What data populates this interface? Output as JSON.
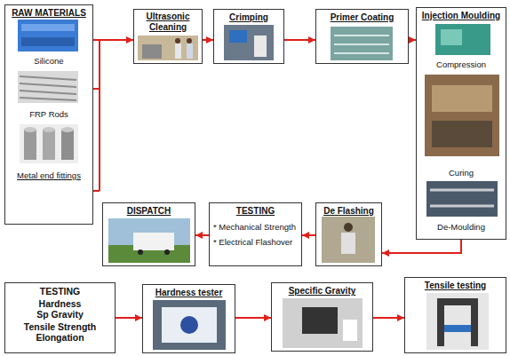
{
  "diagram": {
    "nodes": [
      {
        "text": [
          "RAW MATERIALS",
          "Silicone",
          "FRP Rods",
          "Metal end fittings"
        ]
      },
      {
        "text": [
          "Ultrasonic Cleaning"
        ]
      },
      {
        "text": [
          "Crimping"
        ]
      },
      {
        "text": [
          "Primer Coating"
        ]
      },
      {
        "text": [
          "Injection Moulding",
          "Compression",
          "Curing",
          "De-Moulding"
        ]
      },
      {
        "text": [
          "De Flashing"
        ]
      },
      {
        "text": [
          "TESTING",
          "* Mechanical Strength",
          "* Electrical Flashover"
        ]
      },
      {
        "text": [
          "DISPATCH"
        ]
      },
      {
        "text": [
          "TESTING",
          "Hardness",
          "Sp Gravity",
          "Tensile Strength",
          "Elongation"
        ]
      },
      {
        "text": [
          "Hardness tester"
        ]
      },
      {
        "text": [
          "Specific Gravity"
        ]
      },
      {
        "text": [
          "Tensile testing"
        ]
      }
    ],
    "edges": [
      {
        "from": 0,
        "to": 1,
        "arrow": "to"
      },
      {
        "from": 1,
        "to": 2,
        "arrow": "to"
      },
      {
        "from": 2,
        "to": 3,
        "arrow": "to"
      },
      {
        "from": 3,
        "to": 4,
        "arrow": "to"
      },
      {
        "from": 4,
        "to": 5,
        "arrow": "to"
      },
      {
        "from": 5,
        "to": 6,
        "arrow": "to"
      },
      {
        "from": 6,
        "to": 7,
        "arrow": "to"
      },
      {
        "from": 8,
        "to": 9,
        "arrow": "to"
      },
      {
        "from": 9,
        "to": 10,
        "arrow": "to"
      },
      {
        "from": 10,
        "to": 11,
        "arrow": "to"
      }
    ]
  }
}
